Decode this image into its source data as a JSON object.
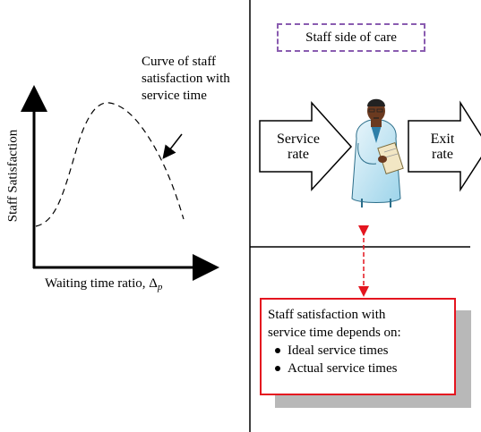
{
  "graph": {
    "curve_label": "Curve of staff satisfaction with service time",
    "y_axis_label": "Staff Satisfaction",
    "x_axis_label": "Waiting time ratio, ",
    "x_axis_symbol": "Δ",
    "x_axis_subscript": "p"
  },
  "right_panel": {
    "title": "Staff side of care",
    "service_rate_label": "Service rate",
    "exit_rate_label": "Exit rate"
  },
  "info_box": {
    "heading_line1": "Staff satisfaction with",
    "heading_line2": "service time depends on:",
    "items": [
      "Ideal service times",
      "Actual service times"
    ]
  },
  "colors": {
    "dashed_box": "#8a5cb0",
    "info_border": "#e4151f",
    "connector": "#e4151f",
    "shadow": "#b8b8b8"
  }
}
